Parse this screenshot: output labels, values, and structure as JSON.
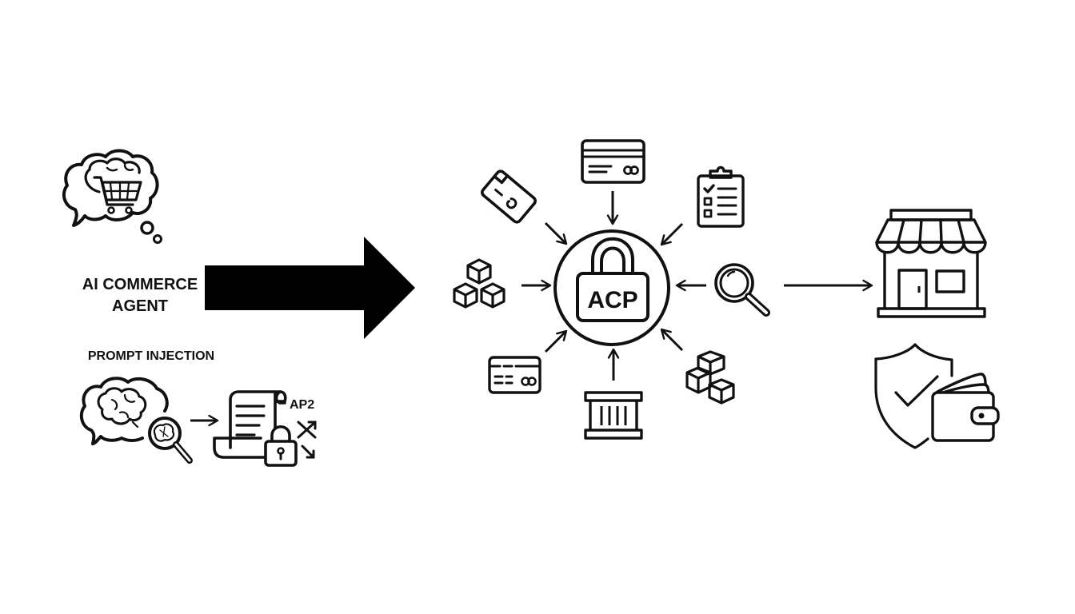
{
  "diagram": {
    "agent": {
      "label_line1": "AI COMMERCE",
      "label_line2": "AGENT",
      "icon": "thought-bubble-brain-cart-icon"
    },
    "threat": {
      "label": "PROMPT INJECTION",
      "icons": [
        "thought-bubble-brain-icon",
        "magnifier-brain-icon",
        "scroll-document-icon",
        "padlock-icon",
        "shuffle-arrows-icon"
      ],
      "protocol_label": "AP2"
    },
    "main_arrow": {
      "icon": "big-right-arrow-icon"
    },
    "hub": {
      "label": "ACP",
      "icon": "padlock-icon",
      "inputs": [
        {
          "name": "payment-card-tilted",
          "icon": "card-tilted-icon"
        },
        {
          "name": "credit-card-top",
          "icon": "credit-card-icon"
        },
        {
          "name": "checklist",
          "icon": "clipboard-checklist-icon"
        },
        {
          "name": "search",
          "icon": "magnifier-icon"
        },
        {
          "name": "product-cubes-right",
          "icon": "cubes-icon"
        },
        {
          "name": "container",
          "icon": "shipping-container-icon"
        },
        {
          "name": "credit-card-bottom",
          "icon": "credit-card-icon"
        },
        {
          "name": "product-cubes-left",
          "icon": "cubes-icon"
        }
      ]
    },
    "outputs": {
      "merchant": {
        "icon": "storefront-icon"
      },
      "secure_wallet": {
        "icons": [
          "shield-check-icon",
          "wallet-icon"
        ]
      }
    }
  },
  "colors": {
    "ink": "#111111",
    "background": "#ffffff"
  }
}
